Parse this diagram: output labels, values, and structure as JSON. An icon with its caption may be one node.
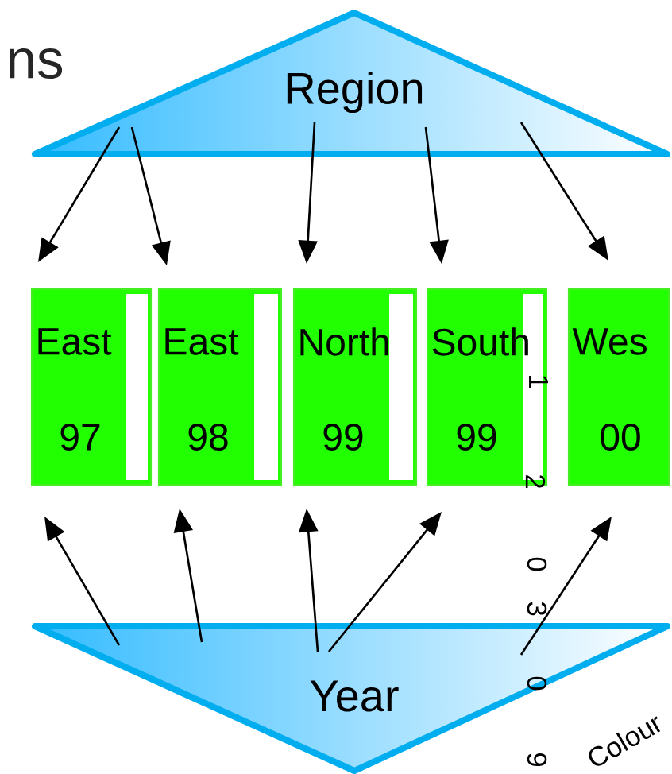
{
  "diagram": {
    "nodes": [
      {
        "text": [
          "Region"
        ]
      },
      {
        "text": [
          "East",
          "97"
        ]
      },
      {
        "text": [
          "East",
          "98"
        ]
      },
      {
        "text": [
          "North",
          "99"
        ]
      },
      {
        "text": [
          "South",
          "99"
        ]
      },
      {
        "text": [
          "Wes",
          "00"
        ]
      },
      {
        "text": [
          "Year"
        ]
      }
    ],
    "edges": [
      {
        "from": 0,
        "to": 1,
        "arrow": "to"
      },
      {
        "from": 0,
        "to": 2,
        "arrow": "to"
      },
      {
        "from": 0,
        "to": 3,
        "arrow": "to"
      },
      {
        "from": 0,
        "to": 4,
        "arrow": "to"
      },
      {
        "from": 0,
        "to": 5,
        "arrow": "to"
      },
      {
        "from": 6,
        "to": 1,
        "arrow": "to"
      },
      {
        "from": 6,
        "to": 2,
        "arrow": "to"
      },
      {
        "from": 6,
        "to": 3,
        "arrow": "to"
      },
      {
        "from": 6,
        "to": 4,
        "arrow": "to"
      },
      {
        "from": 6,
        "to": 5,
        "arrow": "to"
      }
    ],
    "labels": [
      "ns",
      "1",
      "2",
      "0",
      "3",
      "0",
      "9",
      "Colour"
    ]
  }
}
